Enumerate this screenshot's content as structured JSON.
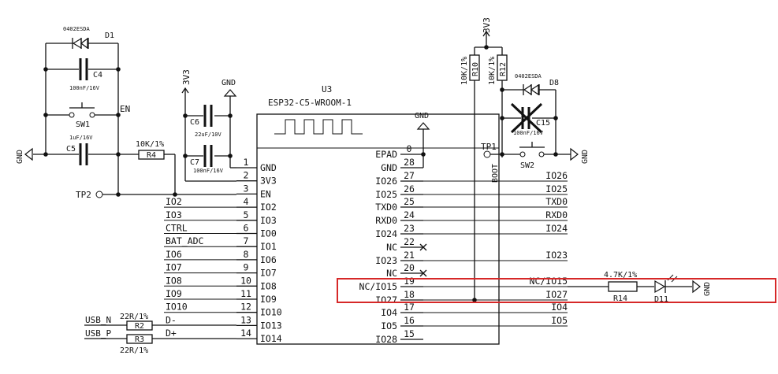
{
  "u3": {
    "ref": "U3",
    "part": "ESP32-C5-WROOM-1",
    "left_pins": [
      {
        "num": "1",
        "name": "GND",
        "net": ""
      },
      {
        "num": "2",
        "name": "3V3",
        "net": ""
      },
      {
        "num": "3",
        "name": "EN",
        "net": ""
      },
      {
        "num": "4",
        "name": "IO2",
        "net": "IO2"
      },
      {
        "num": "5",
        "name": "IO3",
        "net": "IO3"
      },
      {
        "num": "6",
        "name": "IO0",
        "net": "CTRL"
      },
      {
        "num": "7",
        "name": "IO1",
        "net": "BAT_ADC"
      },
      {
        "num": "8",
        "name": "IO6",
        "net": "IO6"
      },
      {
        "num": "9",
        "name": "IO7",
        "net": "IO7"
      },
      {
        "num": "10",
        "name": "IO8",
        "net": "IO8"
      },
      {
        "num": "11",
        "name": "IO9",
        "net": "IO9"
      },
      {
        "num": "12",
        "name": "IO10",
        "net": "IO10"
      },
      {
        "num": "13",
        "name": "IO13",
        "net": "D-"
      },
      {
        "num": "14",
        "name": "IO14",
        "net": "D+"
      }
    ],
    "right_pins": [
      {
        "num": "0",
        "name": "EPAD",
        "net": ""
      },
      {
        "num": "28",
        "name": "GND",
        "net": ""
      },
      {
        "num": "27",
        "name": "IO26",
        "net": "IO26"
      },
      {
        "num": "26",
        "name": "IO25",
        "net": "IO25"
      },
      {
        "num": "25",
        "name": "TXD0",
        "net": "TXD0"
      },
      {
        "num": "24",
        "name": "RXD0",
        "net": "RXD0"
      },
      {
        "num": "23",
        "name": "IO24",
        "net": "IO24"
      },
      {
        "num": "22",
        "name": "NC",
        "net": ""
      },
      {
        "num": "21",
        "name": "IO23",
        "net": "IO23"
      },
      {
        "num": "20",
        "name": "NC",
        "net": ""
      },
      {
        "num": "19",
        "name": "NC/IO15",
        "net": "NC/IO15"
      },
      {
        "num": "18",
        "name": "IO27",
        "net": "IO27"
      },
      {
        "num": "17",
        "name": "IO4",
        "net": "IO4"
      },
      {
        "num": "16",
        "name": "IO5",
        "net": "IO5"
      },
      {
        "num": "15",
        "name": "IO28",
        "net": ""
      }
    ]
  },
  "components": {
    "d1": {
      "ref": "D1",
      "value": "0402ESDA"
    },
    "c4": {
      "ref": "C4",
      "value": "100nF/16V"
    },
    "sw1": {
      "ref": "SW1"
    },
    "c5": {
      "ref": "C5",
      "value": "1uF/16V"
    },
    "r4": {
      "ref": "R4",
      "value": "10K/1%"
    },
    "c6": {
      "ref": "C6",
      "value": "22uF/10V"
    },
    "c7": {
      "ref": "C7",
      "value": "100nF/16V"
    },
    "r10": {
      "ref": "R10",
      "value": "10K/1%"
    },
    "r12": {
      "ref": "R12",
      "value": "10K/1%"
    },
    "d8": {
      "ref": "D8",
      "value": "0402ESDA"
    },
    "c15": {
      "ref": "C15",
      "value": "100nF/16V"
    },
    "sw2": {
      "ref": "SW2"
    },
    "r14": {
      "ref": "R14",
      "value": "4.7K/1%"
    },
    "d11": {
      "ref": "D11"
    },
    "r2": {
      "ref": "R2",
      "value": "22R/1%"
    },
    "r3": {
      "ref": "R3",
      "value": "22R/1%"
    }
  },
  "labels": {
    "gnd": "GND",
    "v3v3": "3V3",
    "en": "EN",
    "tp1": "TP1",
    "tp2": "TP2",
    "boot": "BOOT",
    "usb_n": "USB_N",
    "usb_p": "USB_P",
    "d_minus": "D-",
    "d_plus": "D+"
  },
  "highlight": {
    "color": "#d62828"
  }
}
